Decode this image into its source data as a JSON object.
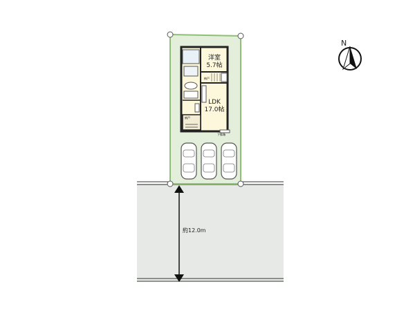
{
  "rooms": {
    "western": {
      "name": "洋室",
      "size": "5.7帖"
    },
    "ldk": {
      "name": "LDK",
      "size": "17.0帖"
    },
    "storage_labels": [
      "納戸",
      "納戸"
    ],
    "small_note": "下駄箱"
  },
  "road": {
    "depth_label": "約12.0m"
  },
  "compass": {
    "north_label": "N"
  },
  "colors": {
    "lot_fill": "#e3eedb",
    "lot_stroke": "#8fbf74",
    "road_fill": "#e6e9e6",
    "house_fill": "#fdf8dc",
    "wall": "#222222"
  }
}
